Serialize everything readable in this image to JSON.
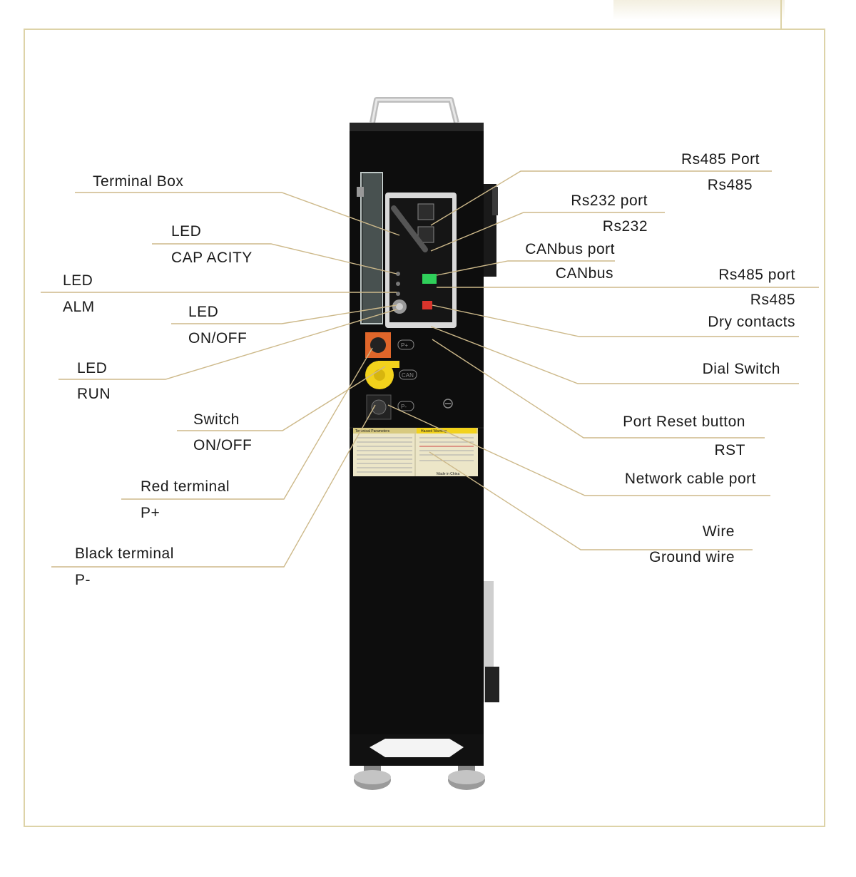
{
  "callouts_left": [
    {
      "id": "terminal-box",
      "lines": [
        "Terminal Box"
      ]
    },
    {
      "id": "led-capacity",
      "lines": [
        "LED",
        "CAP ACITY"
      ]
    },
    {
      "id": "led-alm",
      "lines": [
        "LED",
        "ALM"
      ]
    },
    {
      "id": "led-onoff",
      "lines": [
        "LED",
        "ON/OFF"
      ]
    },
    {
      "id": "led-run",
      "lines": [
        "LED",
        "RUN"
      ]
    },
    {
      "id": "switch",
      "lines": [
        "Switch",
        "ON/OFF"
      ]
    },
    {
      "id": "red-terminal",
      "lines": [
        "Red terminal",
        "P+"
      ]
    },
    {
      "id": "black-terminal",
      "lines": [
        "Black terminal",
        "P-"
      ]
    }
  ],
  "callouts_right": [
    {
      "id": "rs485-port-top",
      "lines": [
        "Rs485 Port",
        "Rs485"
      ]
    },
    {
      "id": "rs232-port",
      "lines": [
        "Rs232 port",
        "Rs232"
      ]
    },
    {
      "id": "canbus-port",
      "lines": [
        "CANbus port",
        "CANbus"
      ]
    },
    {
      "id": "rs485-port-mid",
      "lines": [
        "Rs485 port",
        "Rs485"
      ]
    },
    {
      "id": "dry-contacts",
      "lines": [
        "Dry contacts"
      ]
    },
    {
      "id": "dial-switch",
      "lines": [
        "Dial Switch"
      ]
    },
    {
      "id": "port-reset",
      "lines": [
        "Port Reset button",
        "RST"
      ]
    },
    {
      "id": "network-port",
      "lines": [
        "Network cable port"
      ]
    },
    {
      "id": "ground-wire",
      "lines": [
        "Wire",
        "Ground wire"
      ]
    }
  ],
  "device": {
    "terminal_labels": [
      "P+",
      "CAN",
      "P-"
    ],
    "spec_sticker": {
      "left_title": "Technical Parameters",
      "right_title": "Hazard Warning",
      "footer": "Made in China"
    }
  },
  "colors": {
    "leader_line": "#cdb98a",
    "frame": "#ddd3a8",
    "cabinet": "#0d0d0d",
    "orange": "#e0662a",
    "yellow": "#f2d21c",
    "sticker": "#e8e0b8"
  }
}
